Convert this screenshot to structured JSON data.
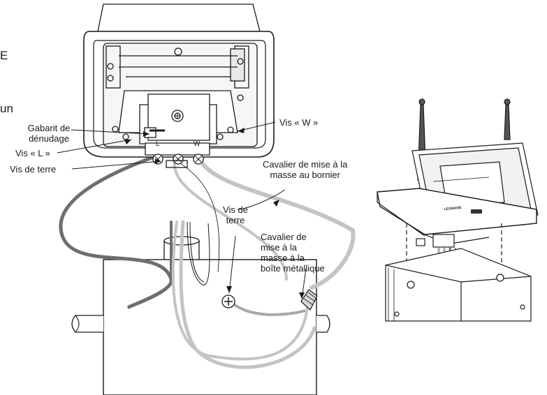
{
  "fragments": {
    "e": "E",
    "un": "un"
  },
  "terminal_letters": {
    "l": "L",
    "w": "W"
  },
  "labels": {
    "gabarit": [
      "Gabarit de",
      "dénudage"
    ],
    "vis_l": "Vis « L »",
    "vis_terre_left": "Vis de terre",
    "vis_w": "Vis « W »",
    "cavalier_bornier": [
      "Cavalier de mise à la",
      "masse au bornier"
    ],
    "vis_terre_box": [
      "Vis de",
      "terre"
    ],
    "cavalier_boite": [
      "Cavalier de",
      "mise à la",
      "masse à la",
      "boîte métallique"
    ]
  },
  "product_logo_text": "LEGRAND",
  "colors": {
    "line": "#1a1a1a",
    "wire_dark": "#6e6e6e",
    "wire_light": "#c4c4c4",
    "wire_mid": "#a8a8a8"
  }
}
